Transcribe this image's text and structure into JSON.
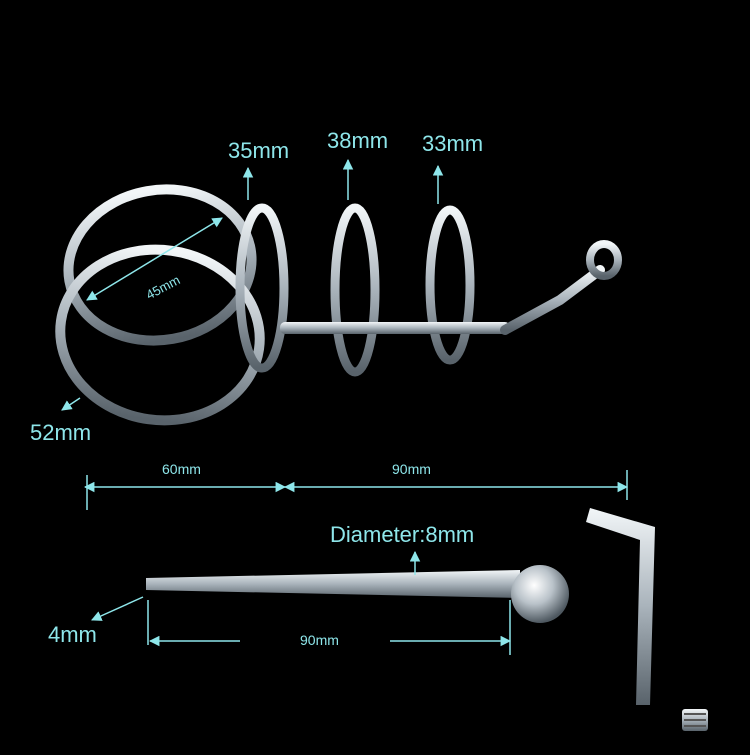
{
  "colors": {
    "background": "#000000",
    "annotation": "#8ee6ea",
    "metal_light": "#e8eef2",
    "metal_mid": "#aab4bc",
    "metal_dark": "#5d6770"
  },
  "product": {
    "ring_labels": {
      "ring_1": "35mm",
      "ring_2": "38mm",
      "ring_3": "33mm",
      "inner_ring": "45mm",
      "outer_ring": "52mm"
    },
    "length_labels": {
      "segment_1": "60mm",
      "segment_2": "90mm"
    },
    "rod_labels": {
      "diameter": "Diameter:8mm",
      "tip": "4mm",
      "length": "90mm"
    }
  }
}
